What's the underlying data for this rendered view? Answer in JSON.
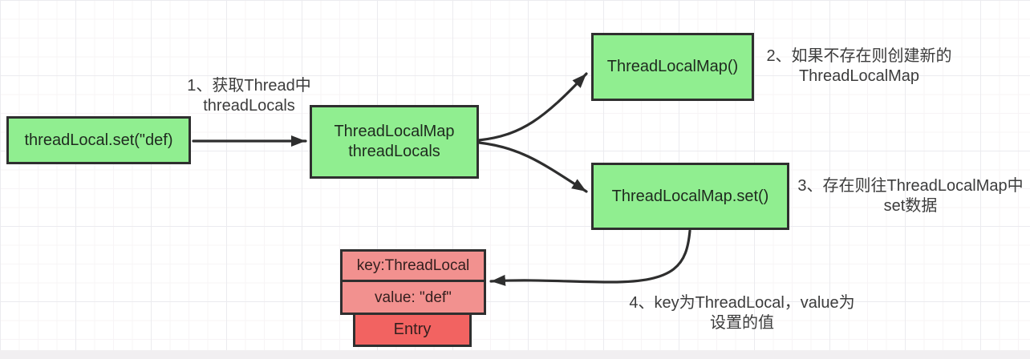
{
  "diagram": {
    "title": "ThreadLocal set flow diagram",
    "colors": {
      "node_green": "#90ee90",
      "node_pink": "#f2918f",
      "node_red": "#f26361",
      "node_border": "#2f2f2f",
      "arrow_stroke": "#2e2e2e",
      "annotation_text": "#3c3c3c",
      "background": "#ffffff",
      "bottom_strip": "#f1eff1"
    },
    "nodes": {
      "set_call": {
        "label": "threadLocal.set(\"def)"
      },
      "map": {
        "line1": "ThreadLocalMap",
        "line2": "threadLocals"
      },
      "new_map": {
        "label": "ThreadLocalMap()"
      },
      "map_set": {
        "label": "ThreadLocalMap.set()"
      },
      "entry_key": {
        "label": "key:ThreadLocal"
      },
      "entry_value": {
        "label": "value: \"def\""
      },
      "entry": {
        "label": "Entry"
      }
    },
    "annotations": {
      "step1": {
        "line1": "1、获取Thread中",
        "line2": "threadLocals"
      },
      "step2": {
        "line1": "2、如果不存在则创建新的",
        "line2": "ThreadLocalMap"
      },
      "step3": {
        "line1": "3、存在则往ThreadLocalMap中",
        "line2": "set数据"
      },
      "step4": {
        "line1": "4、key为ThreadLocal，value为",
        "line2": "设置的值"
      }
    }
  }
}
